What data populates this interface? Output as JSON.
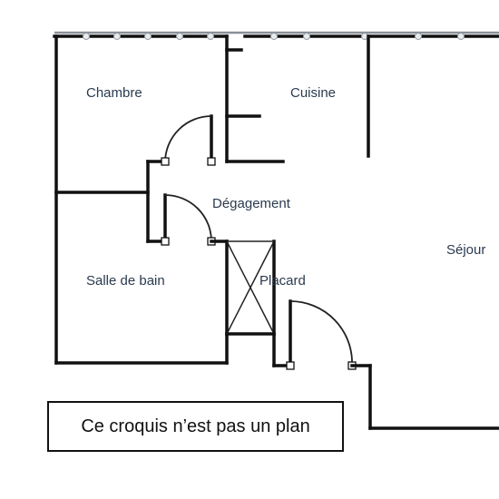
{
  "rooms": {
    "chambre": "Chambre",
    "cuisine": "Cuisine",
    "degagement": "Dégagement",
    "sejour": "Séjour",
    "salle_de_bain": "Salle de bain",
    "placard": "Placard"
  },
  "note": "Ce croquis n’est pas un plan",
  "colors": {
    "wall": "#111111",
    "label": "#2a3a4e",
    "window": "#8a8f96"
  }
}
